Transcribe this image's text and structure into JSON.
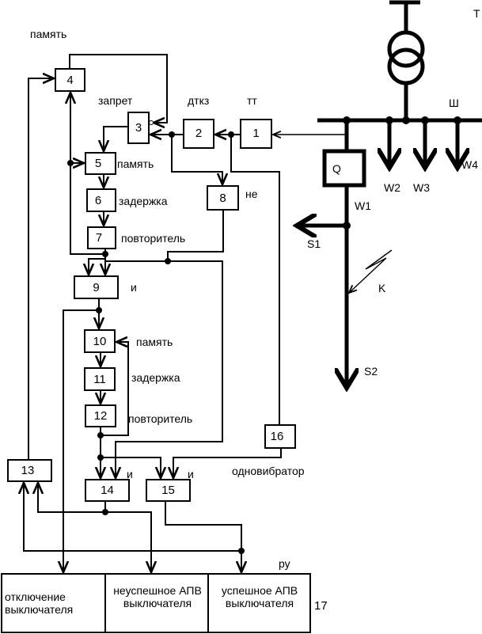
{
  "blocks": {
    "b1": "1",
    "b2": "2",
    "b3": "3",
    "b4": "4",
    "b5": "5",
    "b6": "6",
    "b7": "7",
    "b8": "8",
    "b9": "9",
    "b10": "10",
    "b11": "11",
    "b12": "12",
    "b13": "13",
    "b14": "14",
    "b15": "15",
    "b16": "16"
  },
  "labels": {
    "memory4": "память",
    "ban": "запрет",
    "dtkz": "дткз",
    "tt": "тт",
    "memory5": "память",
    "delay6": "задержка",
    "repeater7": "повторитель",
    "not8": "не",
    "and9": "и",
    "memory10": "память",
    "delay11": "задержка",
    "repeater12": "повторитель",
    "and14": "и",
    "and15": "и",
    "oneshot16": "одновибратор",
    "ru": "ру",
    "num17": "17"
  },
  "outputs": {
    "trip": "отключение выключателя",
    "fail": "неуспешное АПВ выключателя",
    "success": "успешное АПВ выключателя"
  },
  "power": {
    "T": "T",
    "bus": "Ш",
    "Q": "Q",
    "W1": "W1",
    "W2": "W2",
    "W3": "W3",
    "W4": "W4",
    "S1": "S1",
    "S2": "S2",
    "K": "K"
  }
}
